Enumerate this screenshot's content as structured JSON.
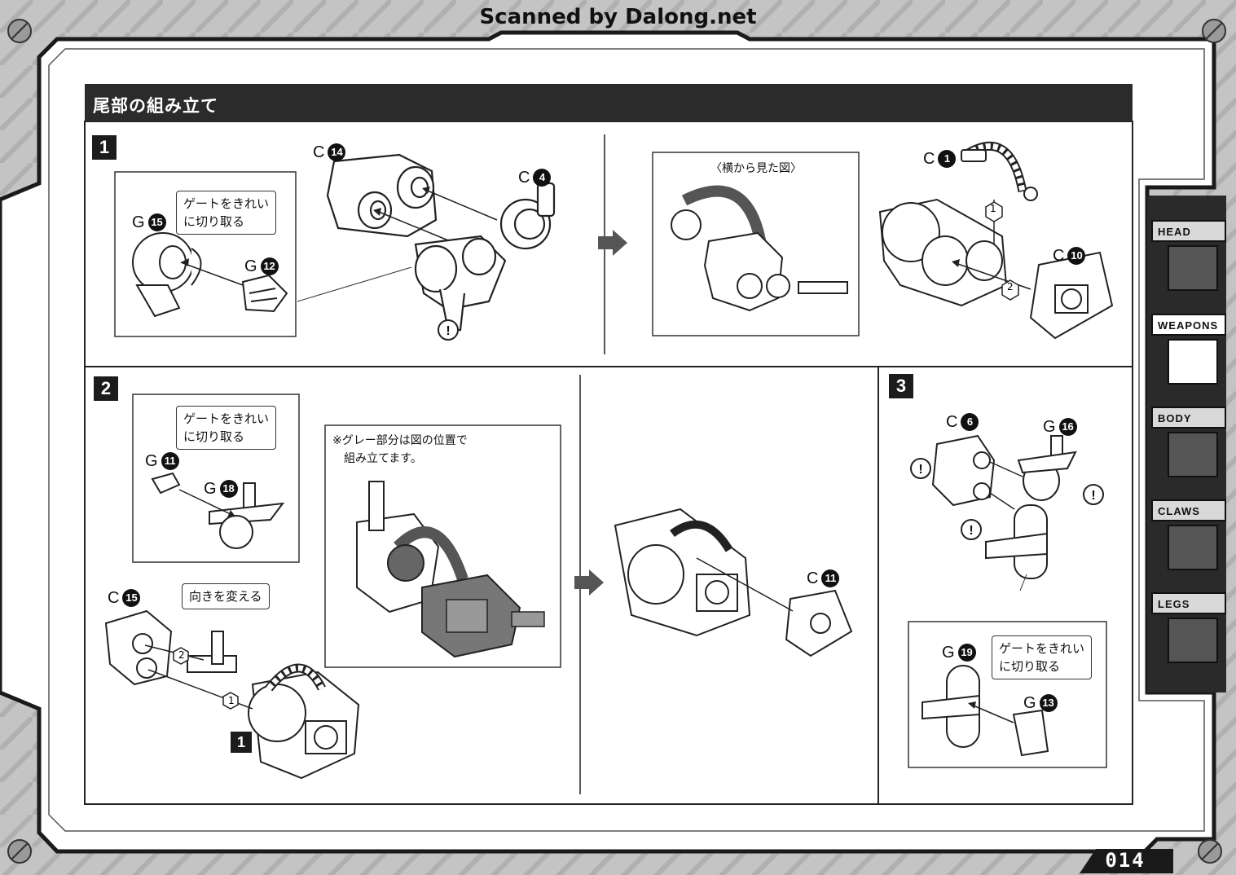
{
  "scan_credit": "Scanned by Dalong.net",
  "section_title": "尾部の組み立て",
  "steps": [
    {
      "number": "1"
    },
    {
      "number": "2"
    },
    {
      "number": "3"
    }
  ],
  "callouts": {
    "gate_cut": "ゲートをきれい\nに切り取る",
    "side_view": "〈横から見た図〉",
    "change_direction": "向きを変える",
    "gray_part_note": "※グレー部分は図の位置で\n　組み立てます。"
  },
  "part_labels": {
    "s1_c14": {
      "letter": "C",
      "num": "14"
    },
    "s1_c4": {
      "letter": "C",
      "num": "4"
    },
    "s1_g15": {
      "letter": "G",
      "num": "15"
    },
    "s1_g12": {
      "letter": "G",
      "num": "12"
    },
    "s1_c1": {
      "letter": "C",
      "num": "1"
    },
    "s1_c10": {
      "letter": "C",
      "num": "10"
    },
    "s2_g11": {
      "letter": "G",
      "num": "11"
    },
    "s2_g18": {
      "letter": "G",
      "num": "18"
    },
    "s2_c15": {
      "letter": "C",
      "num": "15"
    },
    "s2_c11": {
      "letter": "C",
      "num": "11"
    },
    "s3_c6": {
      "letter": "C",
      "num": "6"
    },
    "s3_g16": {
      "letter": "G",
      "num": "16"
    },
    "s3_g19": {
      "letter": "G",
      "num": "19"
    },
    "s3_g13": {
      "letter": "G",
      "num": "13"
    }
  },
  "order_marks": {
    "one": "1",
    "two": "2"
  },
  "sub_ref_step": "1",
  "side_tabs": [
    {
      "label": "HEAD"
    },
    {
      "label": "WEAPONS"
    },
    {
      "label": "BODY"
    },
    {
      "label": "CLAWS"
    },
    {
      "label": "LEGS"
    }
  ],
  "page_number": "014",
  "colors": {
    "title_bar": "#2b2b2b",
    "frame": "#1a1a1a",
    "panel": "#ffffff"
  }
}
